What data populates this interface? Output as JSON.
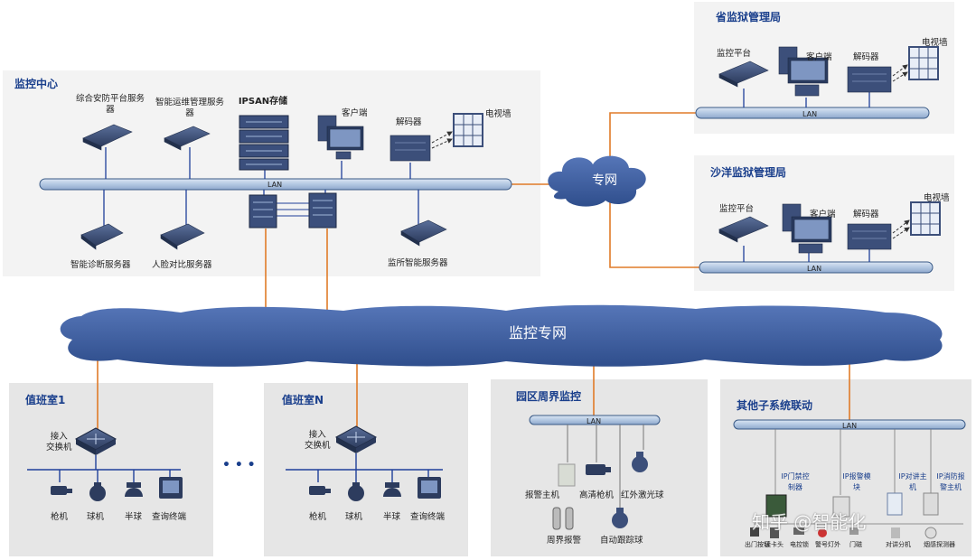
{
  "monitor_center": {
    "title": "监控中心",
    "devices": {
      "security_platform_server": "综合安防平台服务器",
      "ops_server": "智能运维管理服务器",
      "ipsan": "IPSAN存储",
      "client": "客户端",
      "decoder": "解码器",
      "tv_wall": "电视墙",
      "diagnosis_server": "智能诊断服务器",
      "face_server": "人脸对比服务器",
      "smart_server": "监所智能服务器"
    },
    "lan": "LAN"
  },
  "provincial": {
    "title": "省监狱管理局",
    "devices": {
      "platform": "监控平台",
      "client": "客户端",
      "decoder": "解码器",
      "tv_wall": "电视墙"
    },
    "lan": "LAN"
  },
  "shayang": {
    "title": "沙洋监狱管理局",
    "devices": {
      "platform": "监控平台",
      "client": "客户端",
      "decoder": "解码器",
      "tv_wall": "电视墙"
    },
    "lan": "LAN"
  },
  "private_net": "专网",
  "monitor_net": "监控专网",
  "duty1": {
    "title": "值班室1",
    "switch": "接入\n交换机",
    "devices": [
      "枪机",
      "球机",
      "半球",
      "查询终端"
    ]
  },
  "ellipsis": "• • •",
  "dutyN": {
    "title": "值班室N",
    "switch": "接入\n交换机",
    "devices": [
      "枪机",
      "球机",
      "半球",
      "查询终端"
    ]
  },
  "perimeter": {
    "title": "园区周界监控",
    "lan": "LAN",
    "devices": {
      "alarm_host": "报警主机",
      "hd_camera": "高清枪机",
      "ir_dome": "红外激光球",
      "perimeter_alarm": "周界报警",
      "auto_track": "自动跟踪球"
    }
  },
  "other": {
    "title": "其他子系统联动",
    "lan": "LAN",
    "top": [
      "IP门禁控制器",
      "IP报警模块",
      "IP对讲主机",
      "IP消防报警主机"
    ],
    "bottom": [
      "出门按钮",
      "读卡头",
      "电控锁",
      "警号灯外",
      "门磁",
      "对讲分机",
      "烟感探测器"
    ]
  },
  "watermark": "知乎 @智能化",
  "colors": {
    "link": "#e07b28",
    "lan_fill": "#b8cde6",
    "lan_stroke": "#3a5a86",
    "cloud": "#3d5d9e",
    "title": "#1a3f8c",
    "device": "#3c4f7a"
  }
}
